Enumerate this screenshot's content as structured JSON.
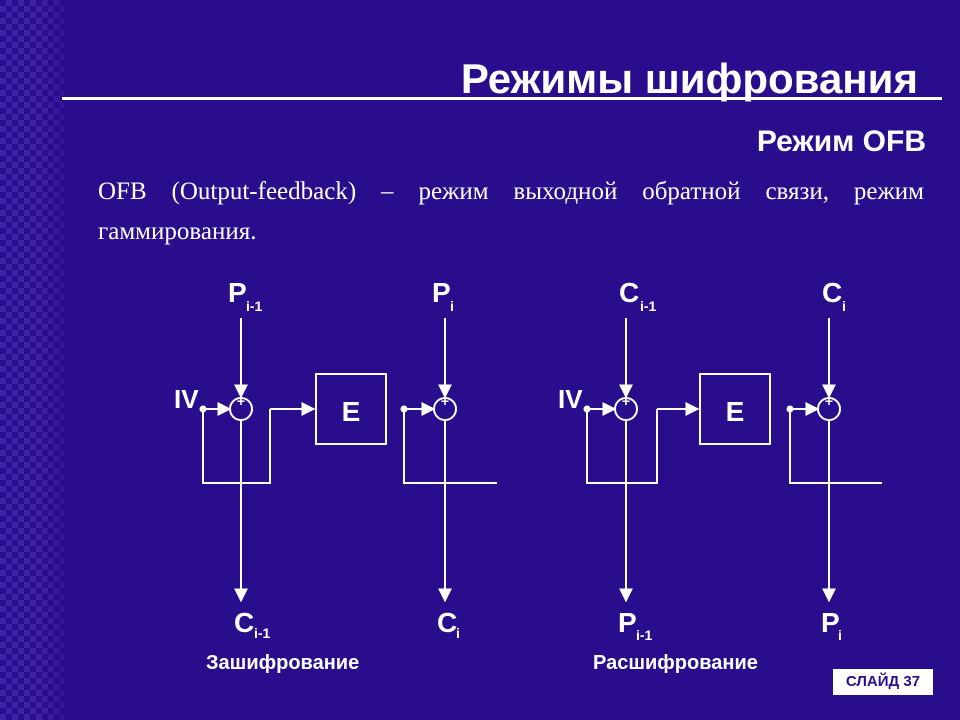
{
  "slide": {
    "title": "Режимы шифрования",
    "subtitle": "Режим OFB",
    "description": "OFB (Output-feedback) – режим выходной обратной связи, режим гаммирования.",
    "slide_number": "СЛАЙД 37"
  },
  "diagrams": [
    {
      "caption": "Зашифрование",
      "input_main": "P",
      "input_sub": "i-1",
      "input2_main": "P",
      "input2_sub": "i",
      "iv_label": "IV",
      "block_label": "E",
      "output_main": "C",
      "output_sub": "i-1",
      "output2_main": "C",
      "output2_sub": "i"
    },
    {
      "caption": "Расшифрование",
      "input_main": "C",
      "input_sub": "i-1",
      "input2_main": "C",
      "input2_sub": "i",
      "iv_label": "IV",
      "block_label": "E",
      "output_main": "P",
      "output_sub": "i-1",
      "output2_main": "P",
      "output2_sub": "i"
    }
  ],
  "colors": {
    "background": "#2a0d8c",
    "foreground": "#ffffff"
  }
}
